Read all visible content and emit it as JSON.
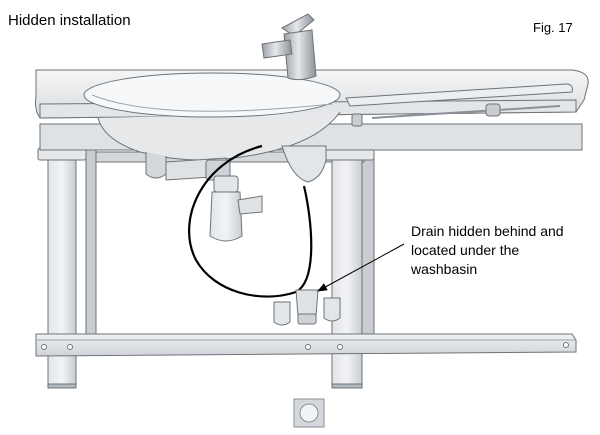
{
  "title": "Hidden installation",
  "figure_label": "Fig. 17",
  "callout": {
    "lines": [
      "Drain hidden behind and",
      "located under the",
      "washbasin"
    ]
  },
  "colors": {
    "outline": "#6e7378",
    "fill_light": "#eceef0",
    "fill_mid": "#d4d8dc",
    "fill_dark": "#b4b9be",
    "basin_inner": "#f7f8f9",
    "hose": "#000000"
  }
}
